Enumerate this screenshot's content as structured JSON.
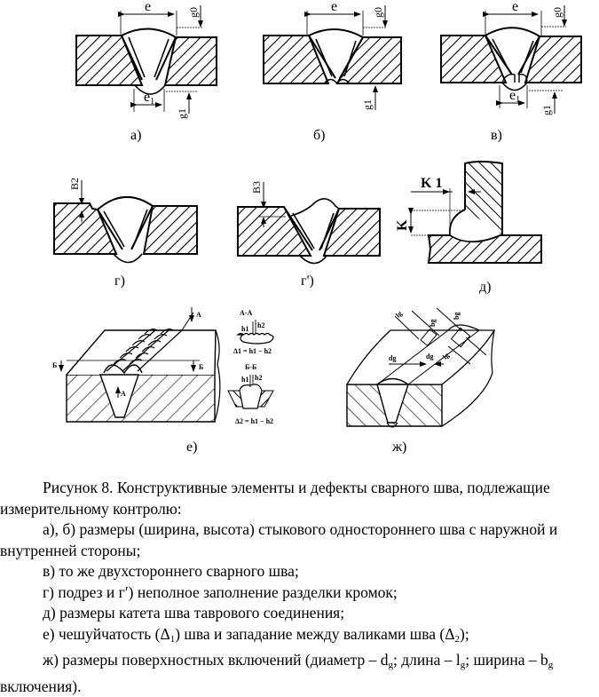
{
  "figure": {
    "panel_labels": {
      "a": "а)",
      "b": "б)",
      "v": "в)",
      "g": "г)",
      "g_prime": "г')",
      "d": "д)",
      "e": "е)",
      "zh": "ж)"
    },
    "dimension_labels": {
      "e": "e",
      "e1": "e",
      "e1_sub": "1",
      "g0": "g0",
      "g1": "g1",
      "B2": "B2",
      "B3": "B3",
      "K": "K",
      "K1": "K 1",
      "A": "A",
      "B": "Б",
      "section_AA": "А-А",
      "section_BB": "Б-Б",
      "h1": "h1",
      "h2": "h2",
      "delta1_formula": "Δ1 = h1 − h2",
      "delta2_formula": "Δ2 = h1 − h2",
      "dg": "dg",
      "lg": "lg",
      "bg": "bg"
    }
  },
  "caption": {
    "title_line": "Рисунок 8. Конструктивные элементы и дефекты сварного шва, подлежащие",
    "title_cont": "измерительному контролю:",
    "items": [
      {
        "first": "а), б) размеры (ширина, высота) стыкового одностороннего шва с наружной и",
        "cont": "внутренней стороны;"
      },
      {
        "first": "в) то же двухстороннего сварного шва;"
      },
      {
        "first": "г) подрез и  г′) неполное заполнение разделки кромок;"
      },
      {
        "first": "д) размеры катета шва таврового соединения;"
      },
      {
        "first_a": "е) чешуйчатость (Δ",
        "sub_a": "1",
        "first_b": ") шва и западание между валиками шва (Δ",
        "sub_b": "2",
        "first_c": ");"
      },
      {
        "first_a": "ж) размеры поверхностных включений (диаметр – d",
        "sub_a": "g",
        "first_b": "; длина – l",
        "sub_b": "g",
        "first_c": "; ширина – b",
        "sub_c": "g",
        "cont": "включения)."
      }
    ]
  }
}
